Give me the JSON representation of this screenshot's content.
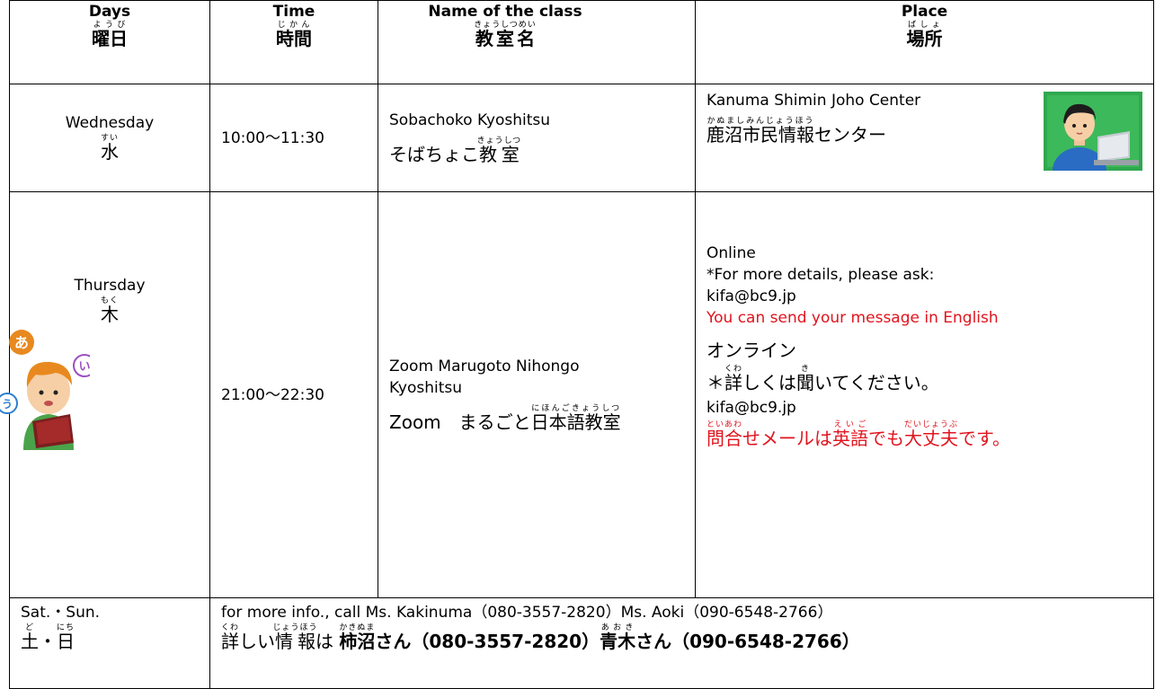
{
  "headers": {
    "days": {
      "en": "Days",
      "ja": "曜日",
      "ruby": "ようび"
    },
    "time": {
      "en": "Time",
      "ja": "時間",
      "ruby": "じかん"
    },
    "class": {
      "en": "Name of the class",
      "ja": "教室名",
      "ruby": "きょうしつめい"
    },
    "place": {
      "en": "Place",
      "ja": "場所",
      "ruby": "ばしょ"
    }
  },
  "rows": [
    {
      "day_en": "Wednesday",
      "day_ja": "水",
      "day_ruby": "すい",
      "time": "10:00～11:30",
      "class_en": "Sobachoko Kyoshitsu",
      "class_ja_kana": "そばちょこ",
      "class_ja_kanji": "教室",
      "class_ja_ruby": "きょうしつ",
      "place_en": "Kanuma Shimin Joho Center",
      "place_ja_kanji": "鹿沼市民情報",
      "place_ja_ruby": "かぬましみんじょうほう",
      "place_ja_kana": "センター"
    },
    {
      "day_en": "Thursday",
      "day_ja": "木",
      "day_ruby": "もく",
      "time": "21:00～22:30",
      "class_en_1": "Zoom Marugoto Nihongo",
      "class_en_2": "Kyoshitsu",
      "class_ja_prefix": "Zoom　まるごと",
      "class_ja_kanji": "日本語教室",
      "class_ja_ruby": "にほんごきょうしつ",
      "place_online": "Online",
      "place_ask": "*For more details, please ask:",
      "place_email": "kifa@bc9.jp",
      "place_english_note": "You can send your message in English",
      "place_ja_online": "オンライン",
      "place_ja_ask_prefix": "＊",
      "place_ja_ask_kanji1": "詳",
      "place_ja_ask_ruby1": "くわ",
      "place_ja_ask_mid": "しくは",
      "place_ja_ask_kanji2": "聞",
      "place_ja_ask_ruby2": "き",
      "place_ja_ask_suffix": "いてください。",
      "place_ja_email": "kifa@bc9.jp",
      "place_ja_note_k1": "問合",
      "place_ja_note_r1": "といあわ",
      "place_ja_note_m1": "せメールは",
      "place_ja_note_k2": "英語",
      "place_ja_note_r2": "えいご",
      "place_ja_note_m2": "でも",
      "place_ja_note_k3": "大丈夫",
      "place_ja_note_r3": "だいじょうぶ",
      "place_ja_note_end": "です。"
    }
  ],
  "footer": {
    "days_en": "Sat.・Sun.",
    "days_ja_k1": "土",
    "days_ja_r1": "ど",
    "days_ja_sep": "・",
    "days_ja_k2": "日",
    "days_ja_r2": "にち",
    "info_en": "for more info., call Ms. Kakinuma（080-3557-2820）Ms. Aoki（090-6548-2766）",
    "info_ja_k1": "詳",
    "info_ja_r1": "くわ",
    "info_ja_m1": "しい",
    "info_ja_k2": "情報",
    "info_ja_r2": "じょうほう",
    "info_ja_m2": "は",
    "info_ja_k3": "柿沼",
    "info_ja_r3": "かきぬま",
    "info_ja_m3": "さん（080-3557-2820）",
    "info_ja_k4": "青木",
    "info_ja_r4": "あおき",
    "info_ja_m4": "さん（090-6548-2766）"
  },
  "colors": {
    "note_red": "#e0141e",
    "pc_bg": "#2fa84f"
  },
  "icons": [
    "person-at-laptop-icon",
    "child-reading-book-icon"
  ]
}
